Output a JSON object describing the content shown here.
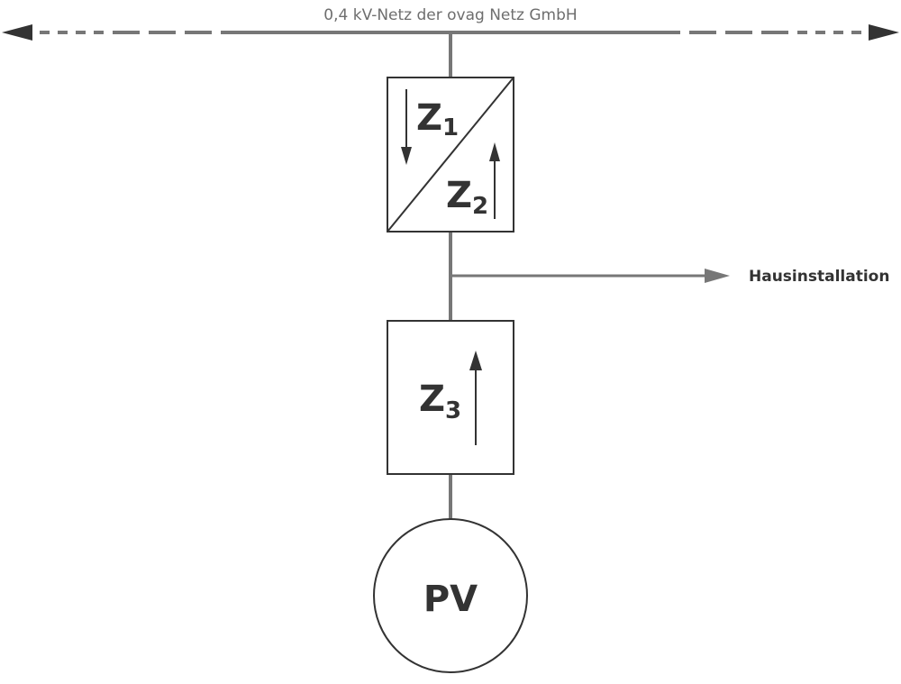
{
  "grid": {
    "label": "0,4 kV-Netz der ovag Netz GmbH",
    "line_color": "#777777",
    "arrow_color": "#333333"
  },
  "meters": [
    {
      "id": "Z1",
      "letter": "Z",
      "subscript": "1",
      "direction": "down"
    },
    {
      "id": "Z2",
      "letter": "Z",
      "subscript": "2",
      "direction": "up"
    },
    {
      "id": "Z3",
      "letter": "Z",
      "subscript": "3",
      "direction": "up"
    }
  ],
  "branch": {
    "label": "Hausinstallation"
  },
  "source": {
    "label": "PV"
  }
}
